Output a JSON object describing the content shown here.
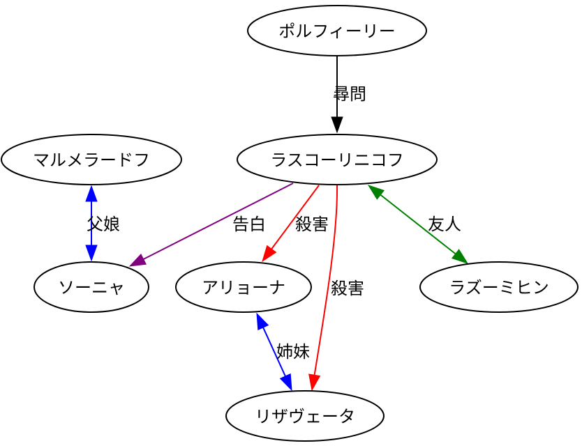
{
  "graph": {
    "type": "directed-graph",
    "nodes": [
      {
        "id": "porfiry",
        "label": "ポルフィーリー"
      },
      {
        "id": "raskolnikov",
        "label": "ラスコーリニコフ"
      },
      {
        "id": "marmeladov",
        "label": "マルメラードフ"
      },
      {
        "id": "sonya",
        "label": "ソーニャ"
      },
      {
        "id": "alyona",
        "label": "アリョーナ"
      },
      {
        "id": "razumikhin",
        "label": "ラズーミヒン"
      },
      {
        "id": "lizaveta",
        "label": "リザヴェータ"
      }
    ],
    "edges": [
      {
        "id": "e1",
        "from": "porfiry",
        "to": "raskolnikov",
        "label": "尋問",
        "color": "#000000",
        "dir": "forward"
      },
      {
        "id": "e2",
        "from": "marmeladov",
        "to": "sonya",
        "label": "父娘",
        "color": "#0000ff",
        "dir": "both"
      },
      {
        "id": "e3",
        "from": "raskolnikov",
        "to": "sonya",
        "label": "告白",
        "color": "#800080",
        "dir": "forward"
      },
      {
        "id": "e4",
        "from": "raskolnikov",
        "to": "alyona",
        "label": "殺害",
        "color": "#ff0000",
        "dir": "forward"
      },
      {
        "id": "e5",
        "from": "raskolnikov",
        "to": "lizaveta",
        "label": "殺害",
        "color": "#ff0000",
        "dir": "forward"
      },
      {
        "id": "e6",
        "from": "raskolnikov",
        "to": "razumikhin",
        "label": "友人",
        "color": "#008000",
        "dir": "both"
      },
      {
        "id": "e7",
        "from": "alyona",
        "to": "lizaveta",
        "label": "姉妹",
        "color": "#0000ff",
        "dir": "both"
      }
    ]
  }
}
